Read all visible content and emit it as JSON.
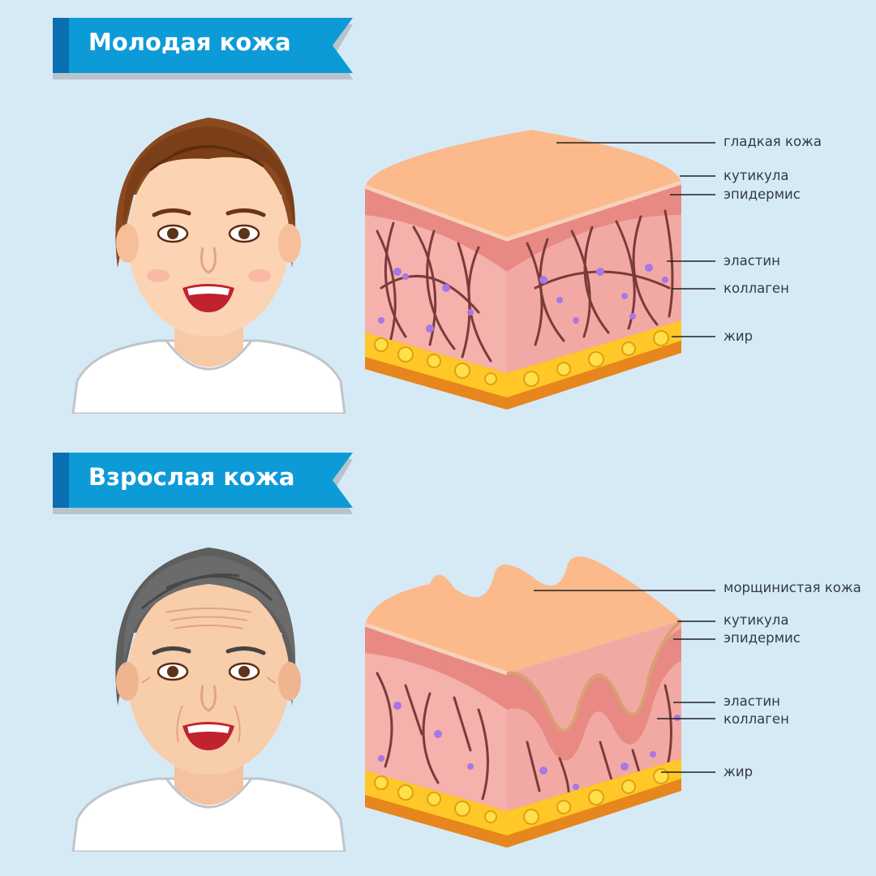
{
  "colors": {
    "background": "#d6eaf6",
    "banner": "#0d9bd8",
    "banner_dark": "#0a6eb0",
    "banner_shadow": "#b9c3cb",
    "skin_top": "#fbb98c",
    "epidermis": "#e88a83",
    "dermis": "#f5b1ab",
    "fiber": "#7a3b3b",
    "elastin": "#a777e6",
    "fat": "#ffc727",
    "fat_base": "#e6861c",
    "leader_line": "#222222"
  },
  "sections": {
    "young": {
      "title": "Молодая кожа",
      "labels": {
        "surface": "гладкая кожа",
        "cuticle": "кутикула",
        "epidermis": "эпидермис",
        "elastin": "эластин",
        "collagen": "коллаген",
        "fat": "жир"
      }
    },
    "adult": {
      "title": "Взрослая кожа",
      "labels": {
        "surface": "морщинистая кожа",
        "cuticle": "кутикула",
        "epidermis": "эпидермис",
        "elastin": "эластин",
        "collagen": "коллаген",
        "fat": "жир"
      }
    }
  },
  "icons": [
    "young-face-icon",
    "adult-face-icon",
    "smooth-skin-block-icon",
    "wrinkled-skin-block-icon"
  ]
}
